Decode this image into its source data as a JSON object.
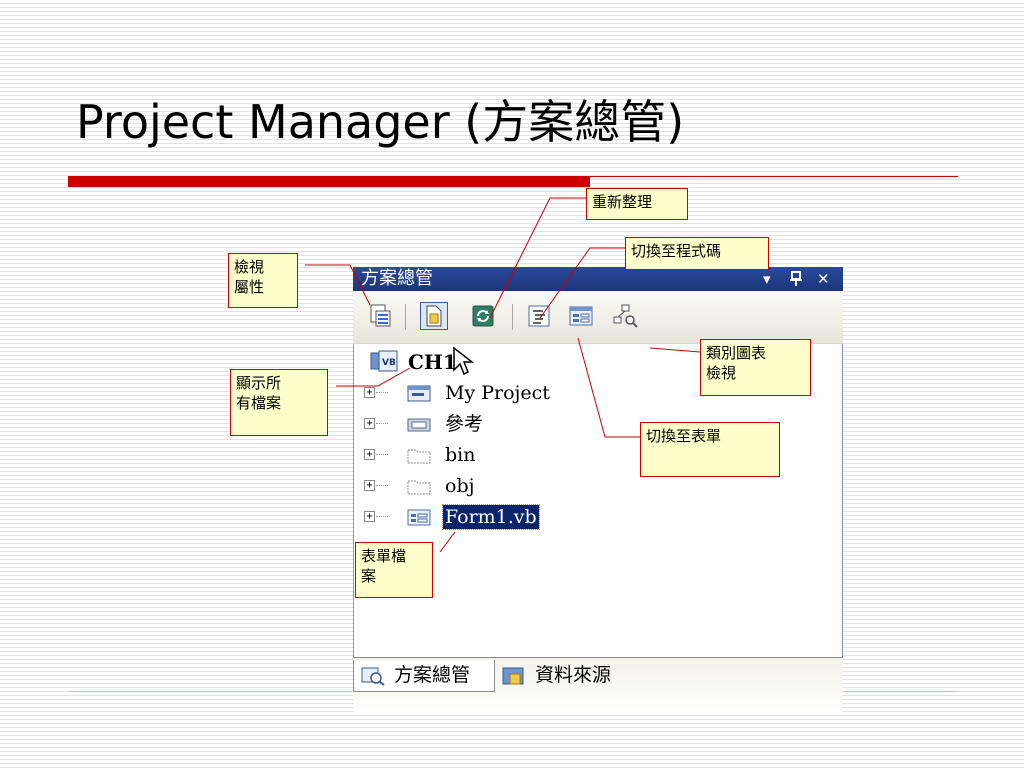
{
  "slide": {
    "title": "Project Manager (方案總管)"
  },
  "panel": {
    "title": "方案總管",
    "pin_glyph": "ᚠ",
    "dropdown_glyph": "▾",
    "close_glyph": "✕",
    "toolbar": {
      "buttons": [
        "properties",
        "show-all-files",
        "refresh",
        "view-code",
        "view-designer",
        "view-class-diagram"
      ]
    },
    "tree": {
      "root": "CH1",
      "items": [
        {
          "label": "My Project",
          "icon": "my-project-icon"
        },
        {
          "label": "參考",
          "icon": "references-icon"
        },
        {
          "label": "bin",
          "icon": "folder-icon"
        },
        {
          "label": "obj",
          "icon": "folder-icon"
        },
        {
          "label": "Form1.vb",
          "icon": "form-icon",
          "selected": true
        }
      ]
    },
    "tabs": [
      {
        "label": "方案總管",
        "active": true,
        "icon": "solution-explorer-icon"
      },
      {
        "label": "資料來源",
        "active": false,
        "icon": "data-sources-icon"
      }
    ]
  },
  "callouts": {
    "properties": "檢視\n屬性",
    "refresh": "重新整理",
    "view_code": "切換至程式碼",
    "class_diagram": "類別圖表\n檢視",
    "show_all_files": "顯示所\n有檔案",
    "view_designer": "切換至表單",
    "form_file": "表單檔\n案"
  },
  "colors": {
    "accent_red": "#cc0000",
    "titlebar_blue": "#1b3579",
    "callout_fill": "#ffffcc",
    "selection": "#0a246a"
  }
}
